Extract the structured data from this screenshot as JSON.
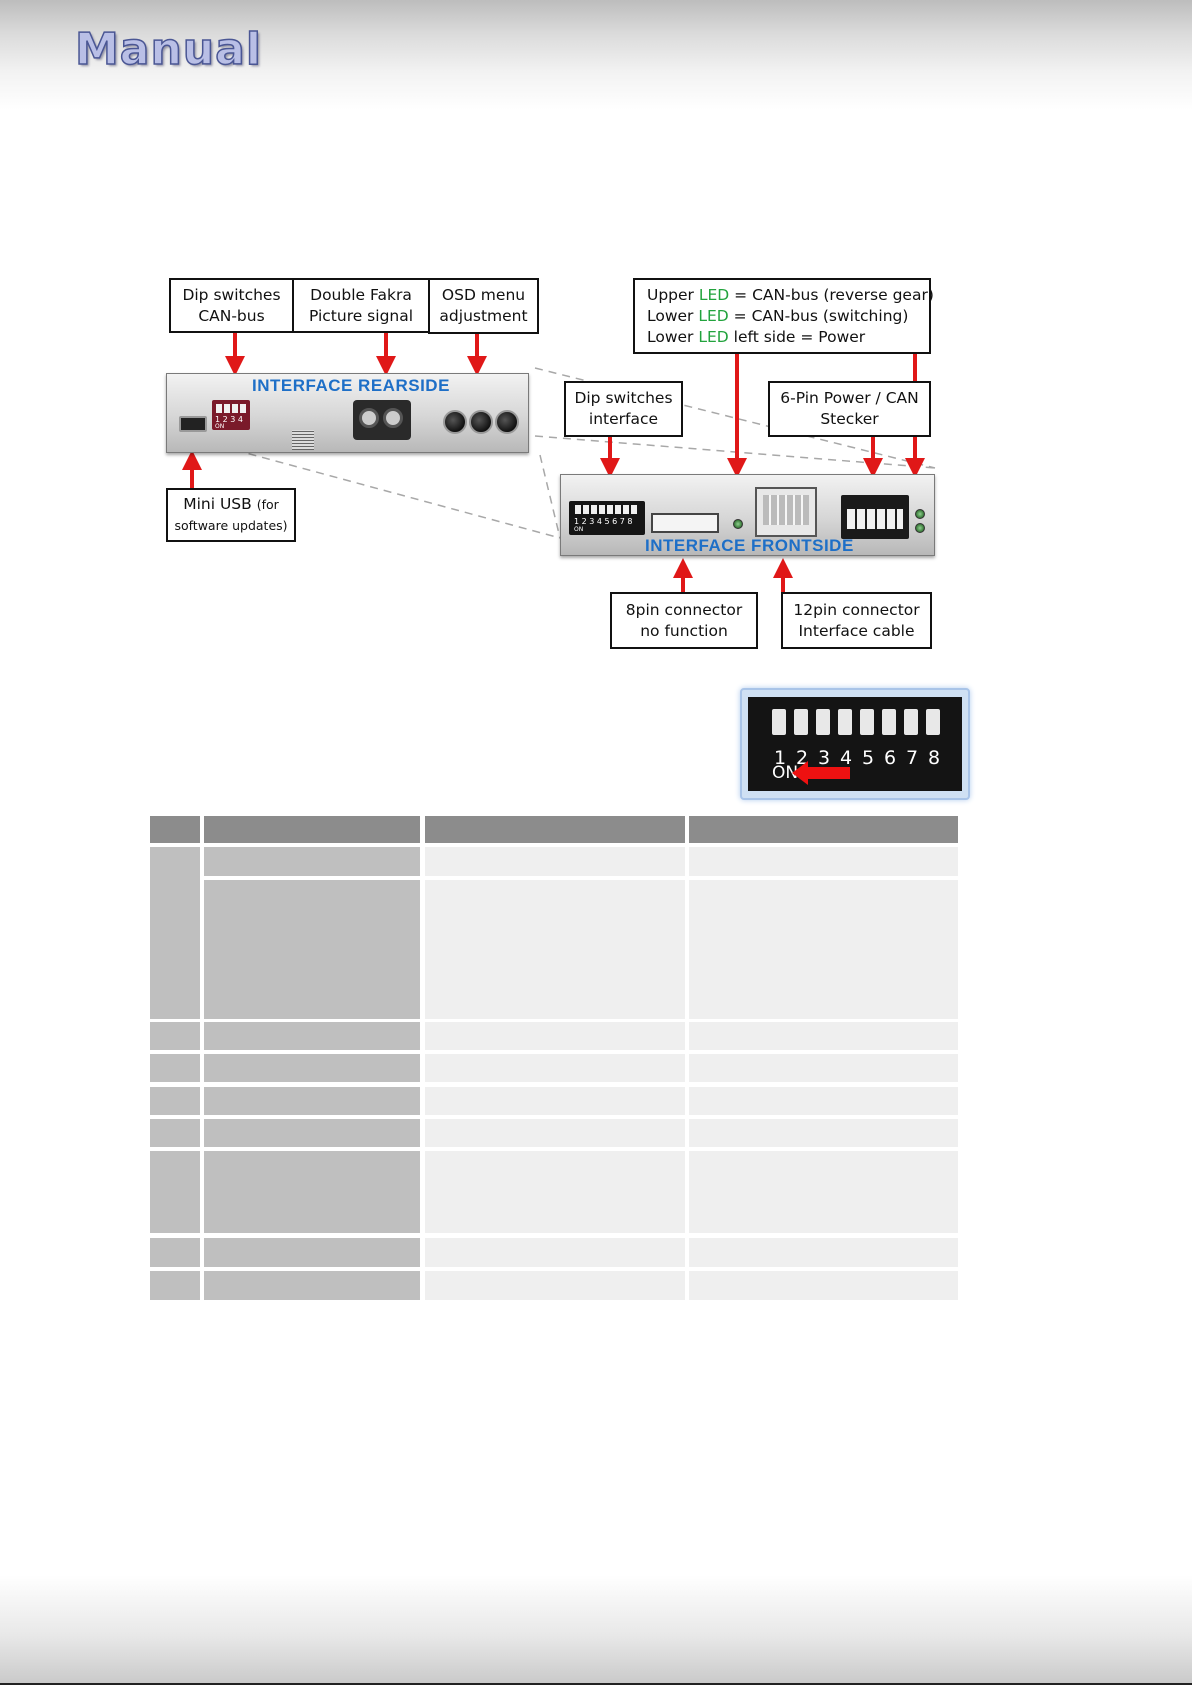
{
  "header": {
    "brand": "Manual"
  },
  "callouts": {
    "dip_can_l1": "Dip switches",
    "dip_can_l2": "CAN-bus",
    "fakra_l1": "Double Fakra",
    "fakra_l2": "Picture signal",
    "osd_l1": "OSD menu",
    "osd_l2": "adjustment",
    "led_l1_a": "Upper ",
    "led_l1_led": "LED",
    "led_l1_b": " = CAN-bus (reverse gear)",
    "led_l2_a": "Lower ",
    "led_l2_led": "LED",
    "led_l2_b": " = CAN-bus (switching)",
    "led_l3_a": "Lower ",
    "led_l3_led": "LED",
    "led_l3_b": " left side = Power",
    "dip_if_l1": "Dip switches",
    "dip_if_l2": "interface",
    "power_l1": "6-Pin Power / CAN",
    "power_l2": "Stecker",
    "usb_l1_a": "Mini USB ",
    "usb_l1_b": "(for",
    "usb_l2": "software updates)",
    "pin8_l1": "8pin connector",
    "pin8_l2": "no function",
    "pin12_l1": "12pin connector",
    "pin12_l2": "Interface cable"
  },
  "devices": {
    "rear_title": "INTERFACE  REARSIDE",
    "front_title": "INTERFACE  FRONTSIDE",
    "rear_dip_numbers": "1 2 3 4",
    "rear_dip_on": "ON",
    "front_dip_numbers": "1 2 3 4 5 6 7 8",
    "front_dip_on": "ON"
  },
  "dip_photo": {
    "numbers": [
      "1",
      "2",
      "3",
      "4",
      "5",
      "6",
      "7",
      "8"
    ],
    "on_label": "ON"
  },
  "colors": {
    "arrow": "#e01818",
    "title_blue": "#1e6fc7",
    "led_green": "#22a33d",
    "table_header": "#8c8c8c",
    "table_label": "#bfbfbf",
    "table_body": "#efefef"
  }
}
